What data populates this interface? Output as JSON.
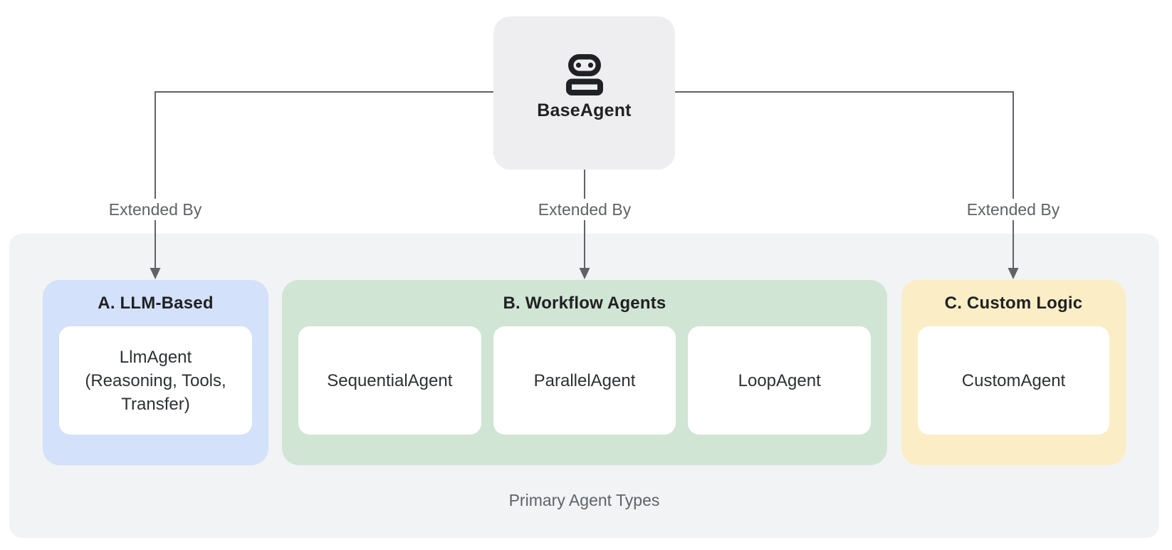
{
  "diagram": {
    "root": {
      "label": "BaseAgent",
      "icon": "robot-icon"
    },
    "edges": [
      {
        "label": "Extended By"
      },
      {
        "label": "Extended By"
      },
      {
        "label": "Extended By"
      }
    ],
    "panel": {
      "caption": "Primary Agent Types",
      "groups": [
        {
          "id": "A",
          "title": "A. LLM-Based",
          "accent": "#d3e1fa",
          "cards": [
            {
              "label": "LlmAgent\n(Reasoning, Tools,\nTransfer)"
            }
          ]
        },
        {
          "id": "B",
          "title": "B. Workflow Agents",
          "accent": "#d0e5d3",
          "cards": [
            {
              "label": "SequentialAgent"
            },
            {
              "label": "ParallelAgent"
            },
            {
              "label": "LoopAgent"
            }
          ]
        },
        {
          "id": "C",
          "title": "C. Custom Logic",
          "accent": "#fbeec6",
          "cards": [
            {
              "label": "CustomAgent"
            }
          ]
        }
      ]
    },
    "colors": {
      "background": "#ffffff",
      "panel_background": "#f1f3f4",
      "root_node_background": "#eeeef0",
      "connector": "#5f6368",
      "muted_text": "#5f6368",
      "title_text": "#202124"
    }
  }
}
